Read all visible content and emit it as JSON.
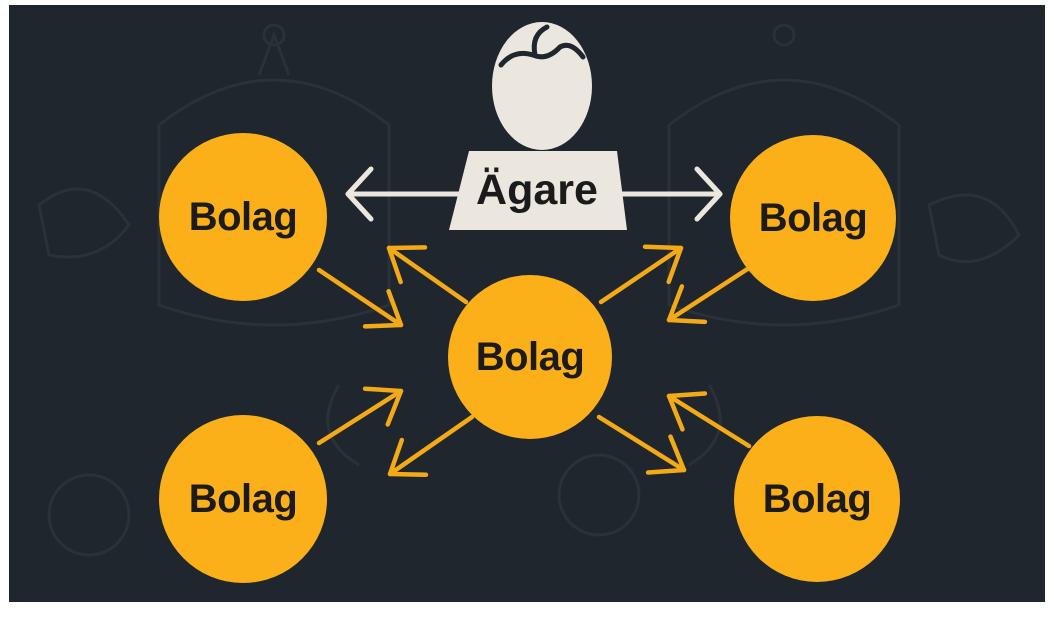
{
  "owner": {
    "label": "Ägare"
  },
  "companies": [
    {
      "label": "Bolag"
    },
    {
      "label": "Bolag"
    },
    {
      "label": "Bolag"
    },
    {
      "label": "Bolag"
    },
    {
      "label": "Bolag"
    }
  ],
  "colors": {
    "background": "#1f262d",
    "company_fill": "#fbb01a",
    "owner_fill": "#ebe7df",
    "arrow_owner": "#ebe7df",
    "arrow_company": "#f4aa16",
    "label_text": "#1b1b1b",
    "watermark": "#2a3139"
  }
}
